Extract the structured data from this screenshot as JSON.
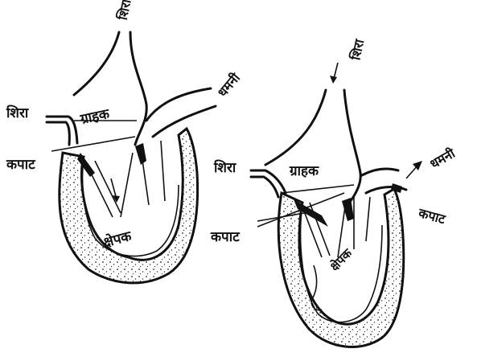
{
  "left_diagram": {
    "labels": {
      "vein_top": "शिरा",
      "vein_left": "शिरा",
      "artery": "धमनी",
      "atrium": "ग्राहक",
      "valve": "कपाट",
      "ventricle": "क्षेपक"
    }
  },
  "right_diagram": {
    "labels": {
      "vein_top": "शिरा",
      "vein_left": "शिरा",
      "artery": "धमनी",
      "atrium": "ग्राहक",
      "valve_left": "कपाट",
      "valve_right": "कपाट",
      "ventricle": "क्षेपक"
    }
  }
}
